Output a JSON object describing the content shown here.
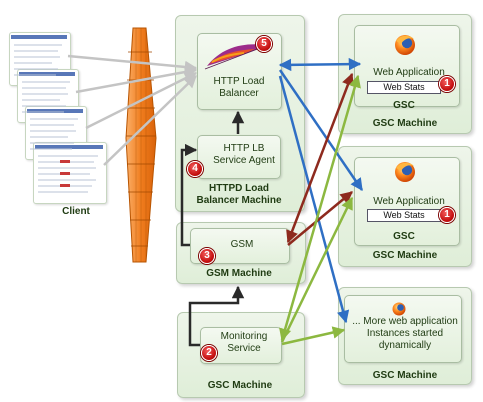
{
  "client": {
    "label": "Client"
  },
  "load_balancer": {
    "title": "HTTP Load Balancer",
    "badge": "5"
  },
  "lb_agent": {
    "title": "HTTP LB Service Agent",
    "badge": "4"
  },
  "httpd_machine": {
    "label": "HTTPD Load Balancer Machine"
  },
  "gsm": {
    "title": "GSM",
    "badge": "3",
    "machine_label": "GSM Machine"
  },
  "monitoring": {
    "title": "Monitoring Service",
    "badge": "2",
    "machine_label": "GSC Machine"
  },
  "gsc_top": {
    "app": "Web Application",
    "stats": "Web Stats",
    "badge": "1",
    "gsc_label": "GSC",
    "machine_label": "GSC Machine"
  },
  "gsc_mid": {
    "app": "Web Application",
    "stats": "Web Stats",
    "badge": "1",
    "gsc_label": "GSC",
    "machine_label": "GSC Machine"
  },
  "gsc_more": {
    "text": "... More web application Instances started dynamically",
    "machine_label": "GSC Machine"
  },
  "colors": {
    "blue": "#2f6fc4",
    "green": "#8cb840",
    "red": "#8e2a1e",
    "black": "#2a2a2a",
    "gray": "#c4c4c4",
    "firewall": "#f07d1e"
  },
  "icons": [
    "browser-screenshot-icon",
    "apache-feather-icon",
    "firefox-icon"
  ]
}
